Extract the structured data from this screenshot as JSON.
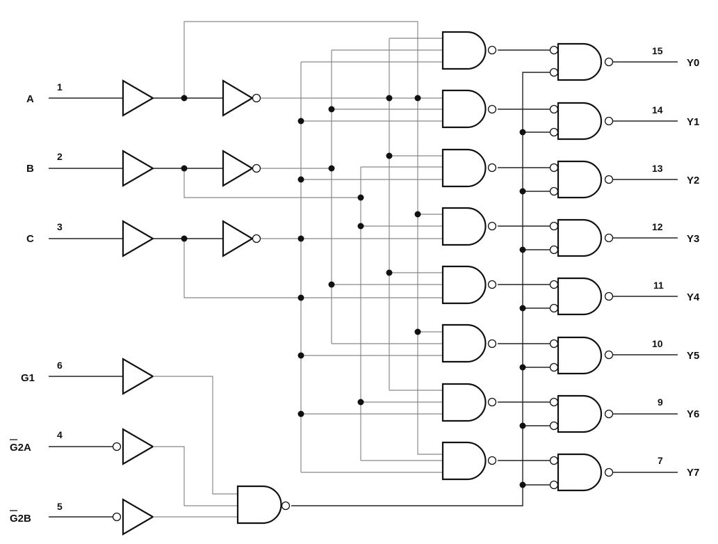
{
  "inputs": [
    {
      "name": "A",
      "pin": "1"
    },
    {
      "name": "B",
      "pin": "2"
    },
    {
      "name": "C",
      "pin": "3"
    },
    {
      "name": "G1",
      "pin": "6"
    },
    {
      "name": "G2A",
      "pin": "4"
    },
    {
      "name": "G2B",
      "pin": "5"
    }
  ],
  "outputs": [
    {
      "name": "Y0",
      "pin": "15"
    },
    {
      "name": "Y1",
      "pin": "14"
    },
    {
      "name": "Y2",
      "pin": "13"
    },
    {
      "name": "Y3",
      "pin": "12"
    },
    {
      "name": "Y4",
      "pin": "11"
    },
    {
      "name": "Y5",
      "pin": "10"
    },
    {
      "name": "Y6",
      "pin": "9"
    },
    {
      "name": "Y7",
      "pin": "7"
    }
  ]
}
